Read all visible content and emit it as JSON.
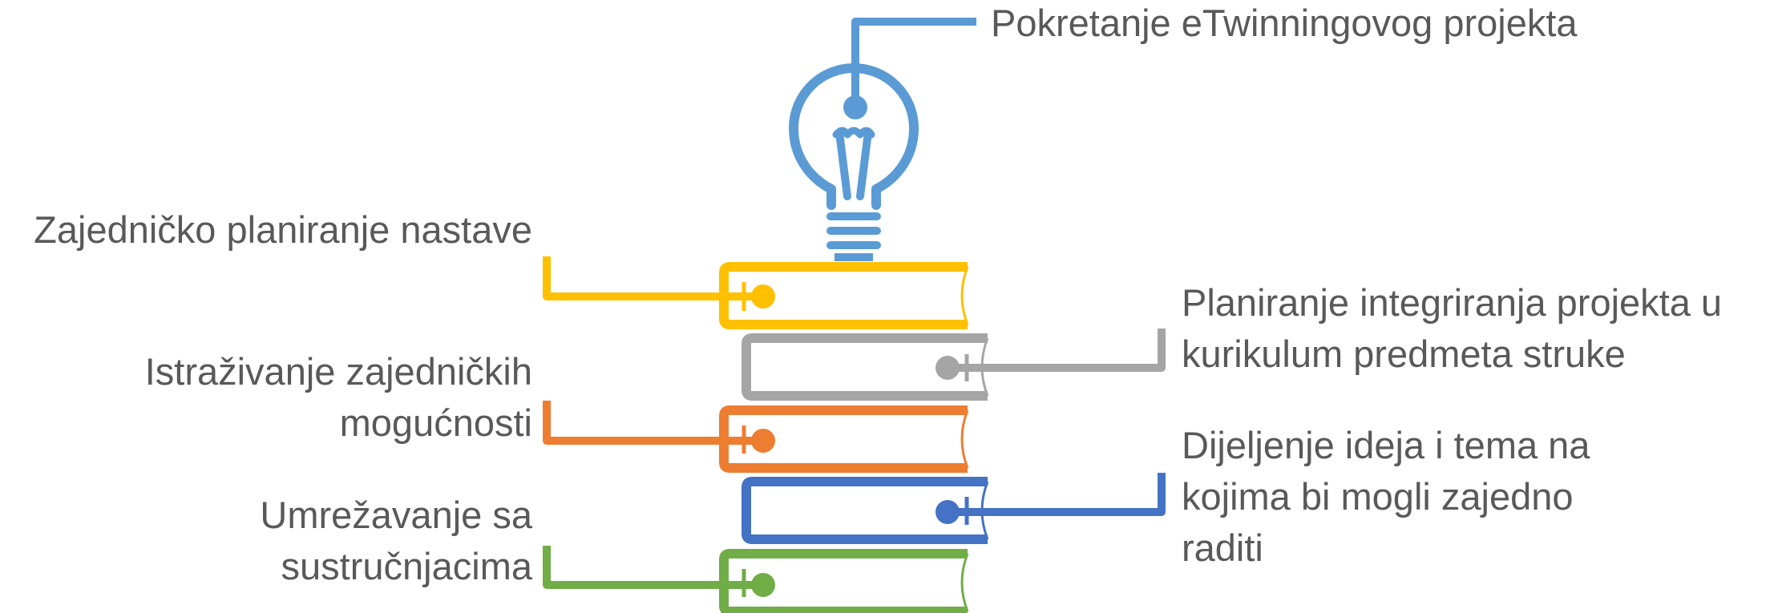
{
  "colors": {
    "text": "#595959",
    "bulb": "#5B9BD5",
    "yellow": "#FFC000",
    "gray": "#A5A5A5",
    "orange": "#ED7D31",
    "blue": "#4472C4",
    "green": "#70AD47"
  },
  "icons": {
    "top": "lightbulb-icon",
    "stack": "book-stack-icon"
  },
  "labels": {
    "bulb": [
      "Pokretanje eTwinningovog projekta"
    ],
    "yellow": [
      "Zajedničko planiranje nastave"
    ],
    "gray": [
      "Planiranje integriranja projekta u",
      "kurikulum predmeta struke"
    ],
    "orange": [
      "Istraživanje zajedničkih",
      "mogućnosti"
    ],
    "blue": [
      "Dijeljenje ideja i tema na",
      "kojima bi mogli zajedno",
      "raditi"
    ],
    "green": [
      "Umrežavanje sa",
      "sustručnjacima"
    ]
  }
}
